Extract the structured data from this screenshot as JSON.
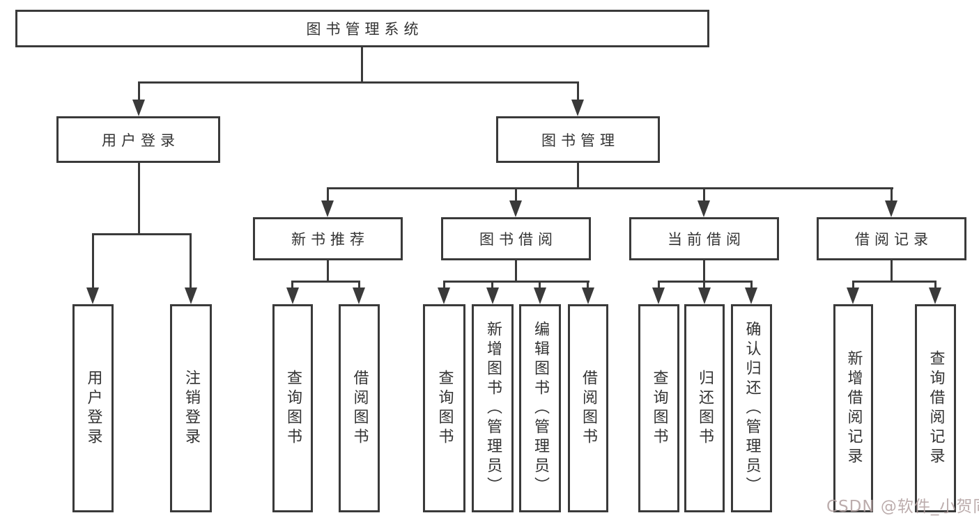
{
  "diagram": {
    "root": "图书管理系统",
    "level1": {
      "user_login": "用户登录",
      "book_management": "图书管理"
    },
    "level2": {
      "new_book_recommend": "新书推荐",
      "book_borrowing": "图书借阅",
      "current_borrowing": "当前借阅",
      "borrowing_records": "借阅记录"
    },
    "leaves": {
      "user_login": "用户登录",
      "logout_login": "注销登录",
      "nbr_query_books": "查询图书",
      "nbr_borrow_books": "借阅图书",
      "bb_query_books": "查询图书",
      "bb_add_books_admin": "新增图书（管理员）",
      "bb_edit_books_admin": "编辑图书（管理员）",
      "bb_borrow_books": "借阅图书",
      "cb_query_books": "查询图书",
      "cb_return_books": "归还图书",
      "cb_confirm_return_admin": "确认归还（管理员）",
      "br_add_record": "新增借阅记录",
      "br_query_record": "查询借阅记录"
    }
  },
  "watermark": {
    "text": "CSDN @软件_小贺同学"
  },
  "colors": {
    "line": "#3a3a3a",
    "text": "#333333",
    "background": "#ffffff",
    "watermark": "#b3a2a2"
  }
}
